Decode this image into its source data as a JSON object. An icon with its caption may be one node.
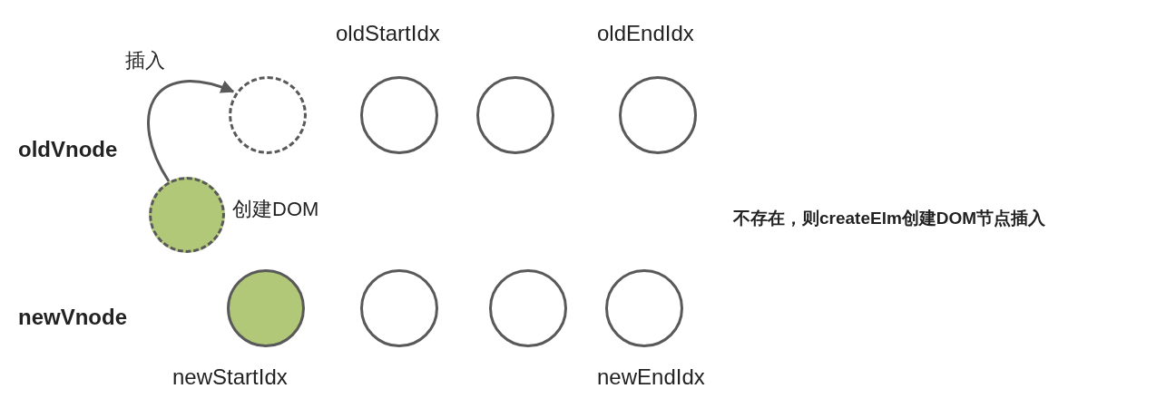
{
  "diagram": {
    "nodes": [
      {
        "text": [],
        "shape": "circle"
      },
      {
        "text": [],
        "shape": "circle"
      },
      {
        "text": [],
        "shape": "circle"
      },
      {
        "text": [],
        "shape": "circle"
      },
      {
        "text": [],
        "shape": "circle",
        "beside": [
          "创建DOM"
        ]
      },
      {
        "text": [],
        "shape": "circle"
      },
      {
        "text": [],
        "shape": "circle"
      },
      {
        "text": [],
        "shape": "circle"
      },
      {
        "text": [],
        "shape": "circle"
      }
    ],
    "edges": [
      {
        "from": 4,
        "to": 0,
        "arrow": "to",
        "label": "插入"
      }
    ],
    "labels": [
      "oldStartIdx",
      "oldEndIdx",
      "oldVnode",
      "不存在，则createElm创建DOM节点插入",
      "newVnode",
      "newStartIdx",
      "newEndIdx"
    ]
  }
}
